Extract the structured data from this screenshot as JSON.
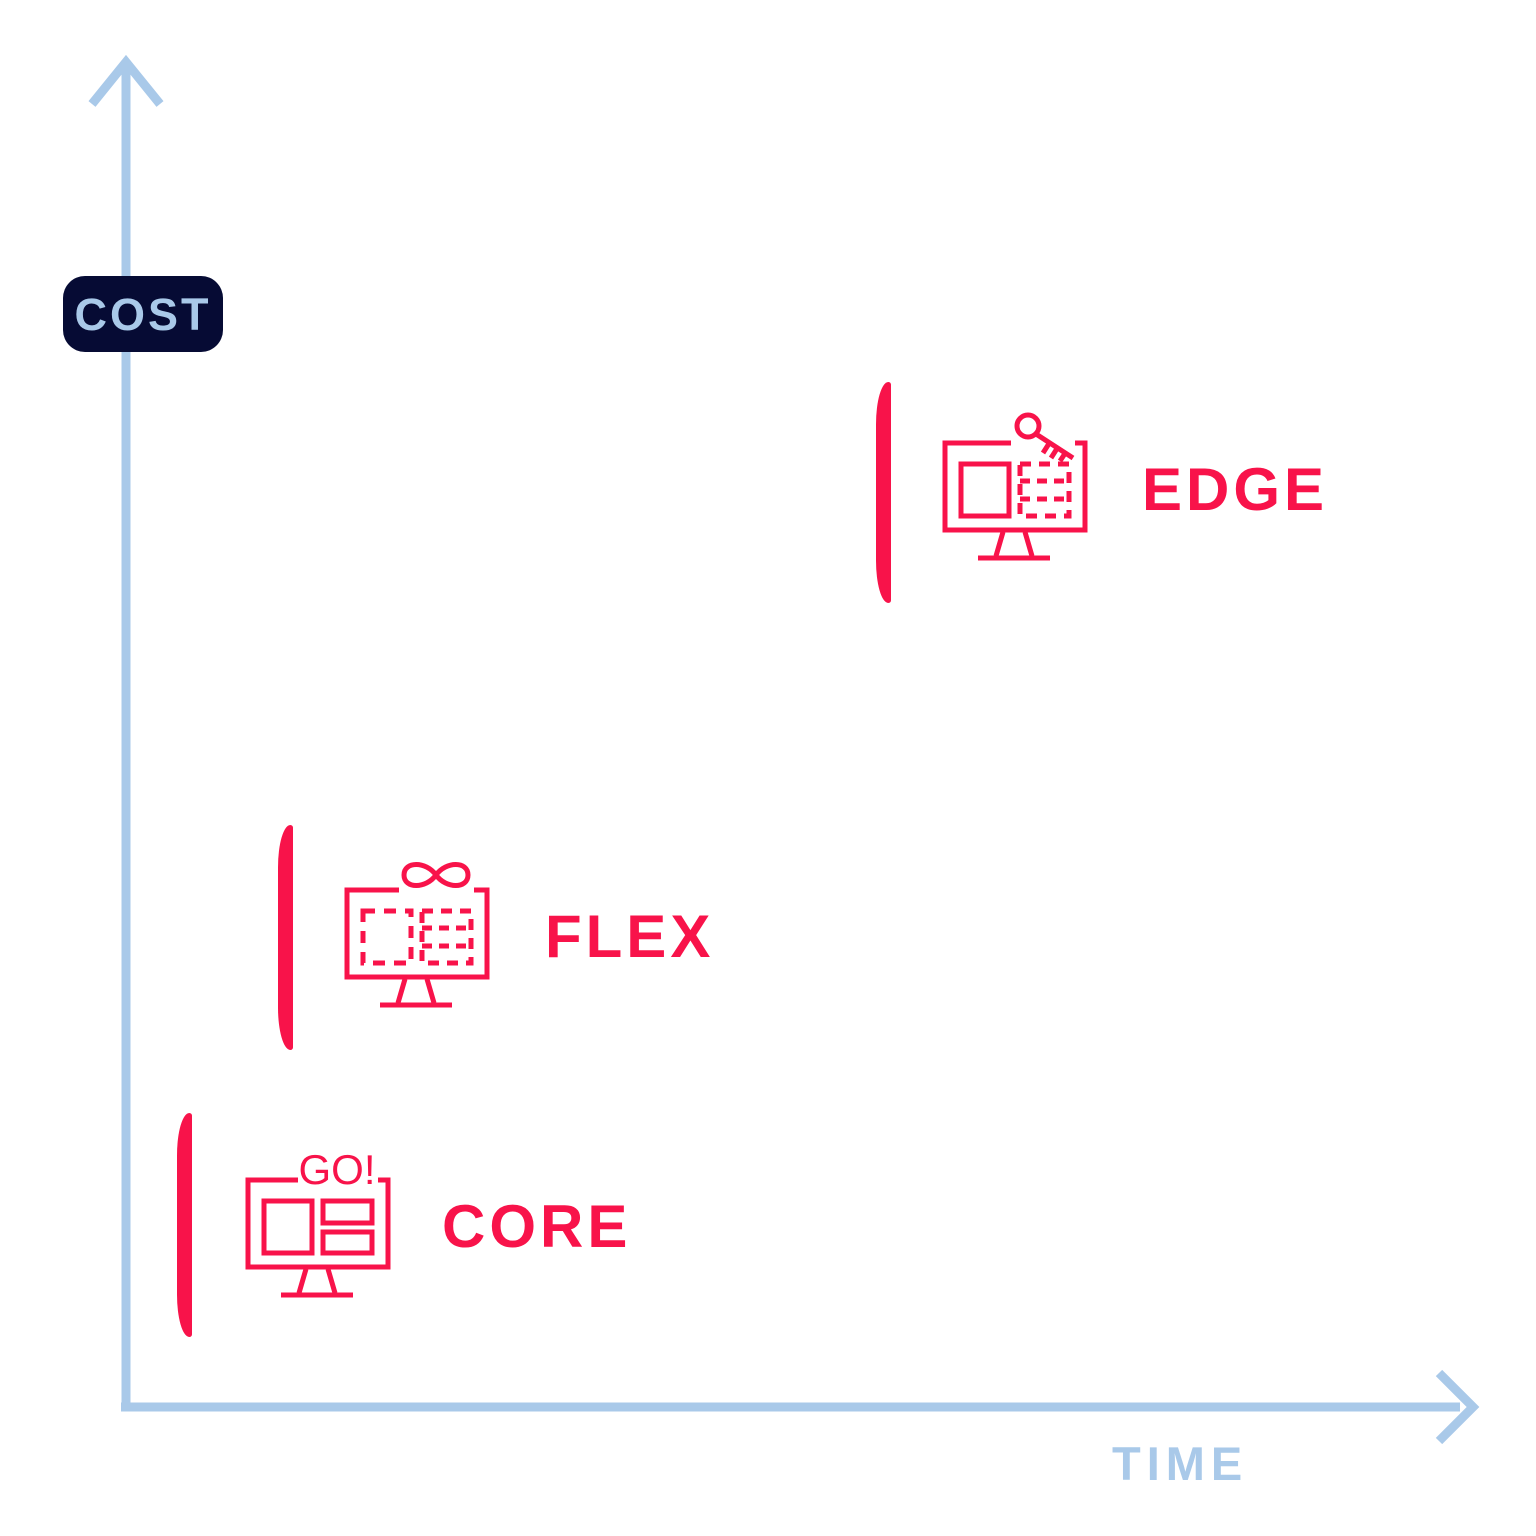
{
  "colors": {
    "accent_red": "#f8134a",
    "axis_blue": "#a9c9e9",
    "badge_navy": "#060b34",
    "background": "#ffffff"
  },
  "axes": {
    "y_label": "COST",
    "x_label": "TIME"
  },
  "items": [
    {
      "id": "edge",
      "label": "EDGE",
      "icon": "monitor-key-icon"
    },
    {
      "id": "flex",
      "label": "FLEX",
      "icon": "monitor-infinity-icon"
    },
    {
      "id": "core",
      "label": "CORE",
      "icon": "monitor-go-icon",
      "icon_text": "GO!"
    }
  ],
  "chart_data": {
    "type": "scatter",
    "xlabel": "TIME",
    "ylabel": "COST",
    "axis_ticks": "none",
    "points": [
      {
        "label": "CORE",
        "time": "low",
        "cost": "low"
      },
      {
        "label": "FLEX",
        "time": "low-mid",
        "cost": "medium"
      },
      {
        "label": "EDGE",
        "time": "mid-high",
        "cost": "high"
      }
    ]
  }
}
